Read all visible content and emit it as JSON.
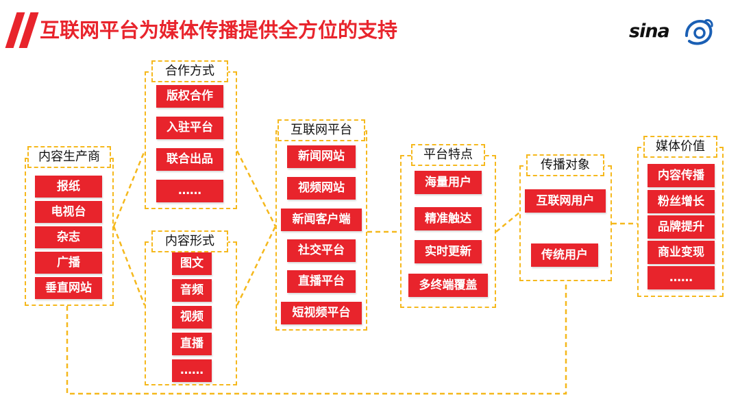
{
  "title": "互联网平台为媒体传播提供全方位的支持",
  "logos": {
    "sina": "sina",
    "weibo": "weibo-eye-icon"
  },
  "colors": {
    "accent": "#e8242c",
    "dash": "#f5b81c"
  },
  "groups": {
    "producers": {
      "label": "内容生产商",
      "items": [
        "报纸",
        "电视台",
        "杂志",
        "广播",
        "垂直网站"
      ]
    },
    "cooperation": {
      "label": "合作方式",
      "items": [
        "版权合作",
        "入驻平台",
        "联合出品",
        "……"
      ]
    },
    "formats": {
      "label": "内容形式",
      "items": [
        "图文",
        "音频",
        "视频",
        "直播",
        "……"
      ]
    },
    "platforms": {
      "label": "互联网平台",
      "items": [
        "新闻网站",
        "视频网站",
        "新闻客户端",
        "社交平台",
        "直播平台",
        "短视频平台"
      ]
    },
    "features": {
      "label": "平台特点",
      "items": [
        "海量用户",
        "精准触达",
        "实时更新",
        "多终端覆盖"
      ]
    },
    "audience": {
      "label": "传播对象",
      "items": [
        "互联网用户",
        "传统用户"
      ]
    },
    "value": {
      "label": "媒体价值",
      "items": [
        "内容传播",
        "粉丝增长",
        "品牌提升",
        "商业变现",
        "……"
      ]
    }
  }
}
